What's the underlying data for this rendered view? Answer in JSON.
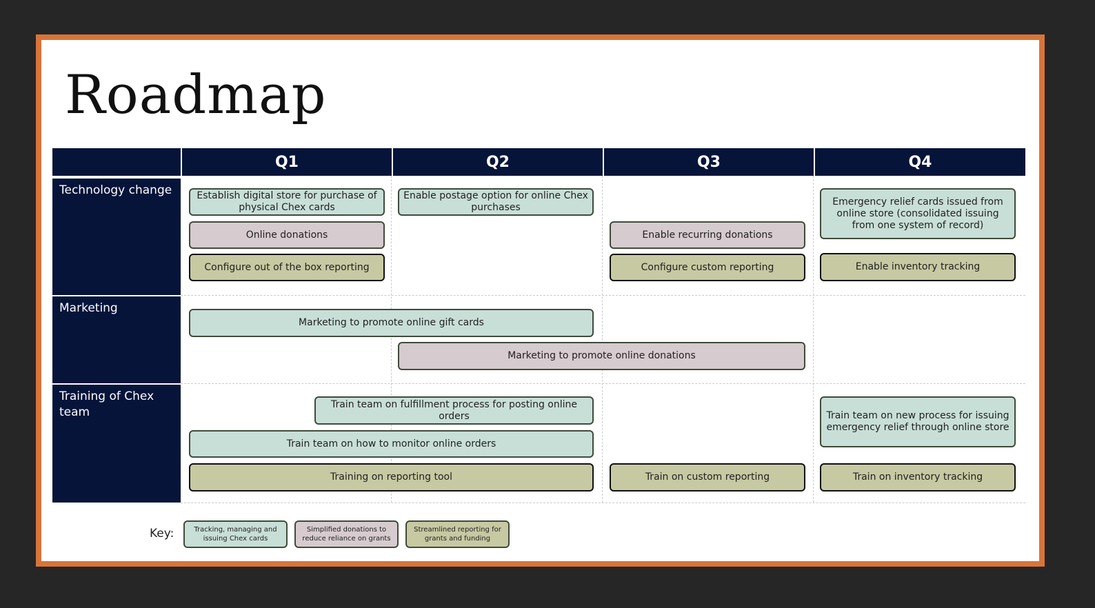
{
  "slide": {
    "title": "Roadmap"
  },
  "header": {
    "quarters": [
      "Q1",
      "Q2",
      "Q3",
      "Q4"
    ]
  },
  "rows": {
    "technology": "Technology change",
    "marketing": "Marketing",
    "training": "Training of Chex team"
  },
  "items": {
    "tech_q1_store": "Establish digital store for purchase of physical Chex cards",
    "tech_q1_donations": "Online donations",
    "tech_q1_reporting": "Configure out of the box reporting",
    "tech_q2_postage": "Enable postage option for online Chex purchases",
    "tech_q3_recurring": "Enable recurring donations",
    "tech_q3_custom_reporting": "Configure custom reporting",
    "tech_q4_emergency": "Emergency relief cards issued from online store (consolidated issuing from one system of record)",
    "tech_q4_inventory": "Enable inventory tracking",
    "mkt_gift_cards": "Marketing to promote online gift cards",
    "mkt_donations": "Marketing to promote online donations",
    "train_fulfillment": "Train team on fulfillment process for posting online orders",
    "train_monitor": "Train team on how to monitor online orders",
    "train_reporting_tool": "Training on reporting tool",
    "train_custom_reporting": "Train on custom reporting",
    "train_emergency": "Train team on new process for issuing emergency relief through online store",
    "train_inventory": "Train on inventory tracking"
  },
  "key": {
    "label": "Key:",
    "entries": [
      "Tracking, managing and issuing Chex cards",
      "Simplified donations to reduce reliance on grants",
      "Streamlined reporting for grants and funding"
    ]
  },
  "colors": {
    "border": "#d8743a",
    "header_bg": "#06143a",
    "teal": "#c8dfd8",
    "mauve": "#d6cbce",
    "olive": "#c7c9a2"
  }
}
